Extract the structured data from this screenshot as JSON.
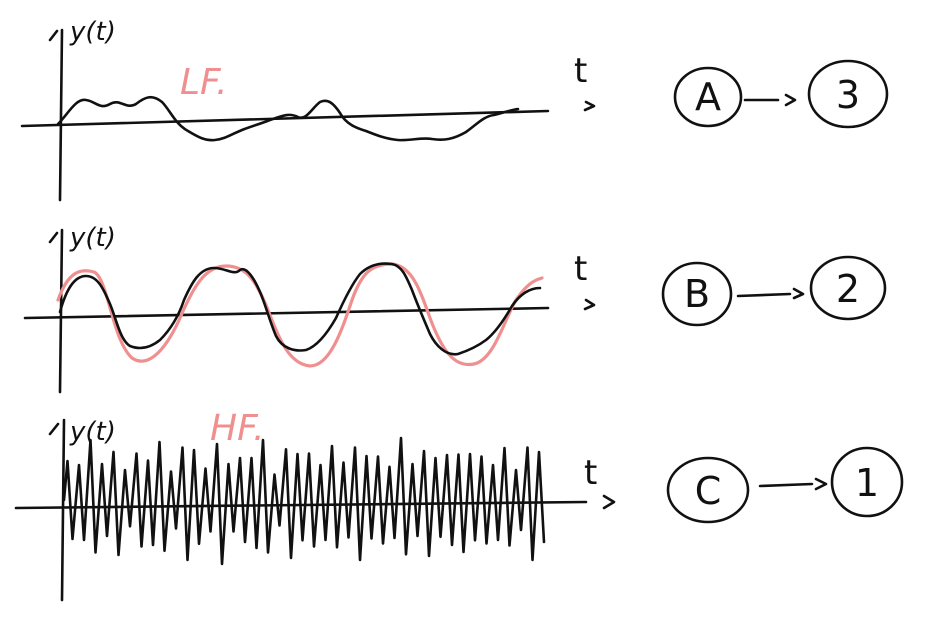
{
  "panels": [
    {
      "y_label": "y(t)",
      "x_label": "t",
      "note": "LF.",
      "signal_letter": "A",
      "result_number": "3"
    },
    {
      "y_label": "y(t)",
      "x_label": "t",
      "note": "",
      "signal_letter": "B",
      "result_number": "2"
    },
    {
      "y_label": "y(t)",
      "x_label": "t",
      "note": "HF.",
      "signal_letter": "C",
      "result_number": "1"
    }
  ],
  "colors": {
    "ink": "#111111",
    "highlight": "#f08f8f"
  }
}
